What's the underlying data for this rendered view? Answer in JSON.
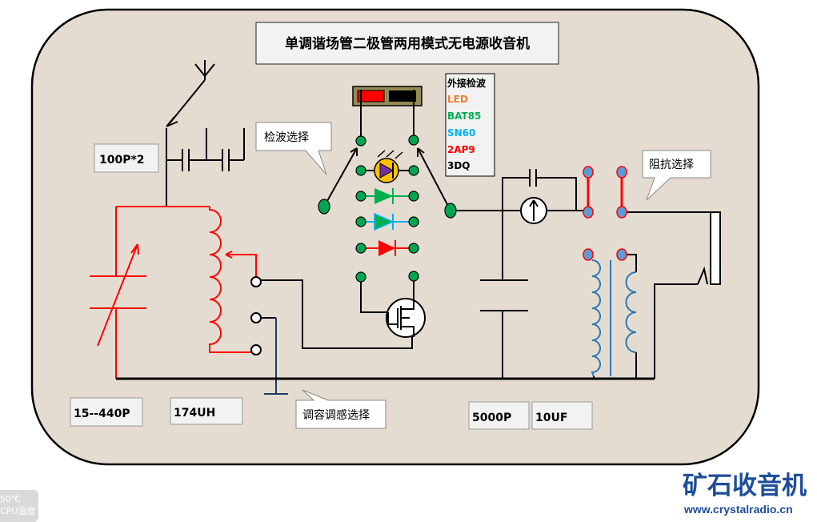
{
  "title": "单调谐场管二极管两用模式无电源收音机",
  "labels": {
    "antenna_cap": "100P*2",
    "variable_cap": "15--440P",
    "coil": "174UH",
    "cap_5000p": "5000P",
    "cap_10uf": "10UF"
  },
  "callouts": {
    "detector_select": "检波选择",
    "impedance_select": "阻抗选择",
    "tuning_select": "调容调感选择"
  },
  "legend": {
    "title": "外接检波",
    "items": [
      {
        "label": "LED",
        "color": "#ed7d31"
      },
      {
        "label": "BAT85",
        "color": "#00b050"
      },
      {
        "label": "SN60",
        "color": "#00b0f0"
      },
      {
        "label": "2AP9",
        "color": "#ff0000"
      },
      {
        "label": "3DQ",
        "color": "#000000"
      }
    ]
  },
  "logo": {
    "name": "矿石收音机",
    "url_text": "www.crystalradio.cn",
    "color": "#1f4e99"
  },
  "cpu_widget": {
    "temp": "50℃",
    "label": "CPU温度"
  },
  "colors": {
    "board": "#e4dcd0",
    "node_green": "#00a550",
    "node_blue": "#5b9bd5",
    "coil_red": "#ff0000",
    "coil_blue": "#2e75b6"
  }
}
